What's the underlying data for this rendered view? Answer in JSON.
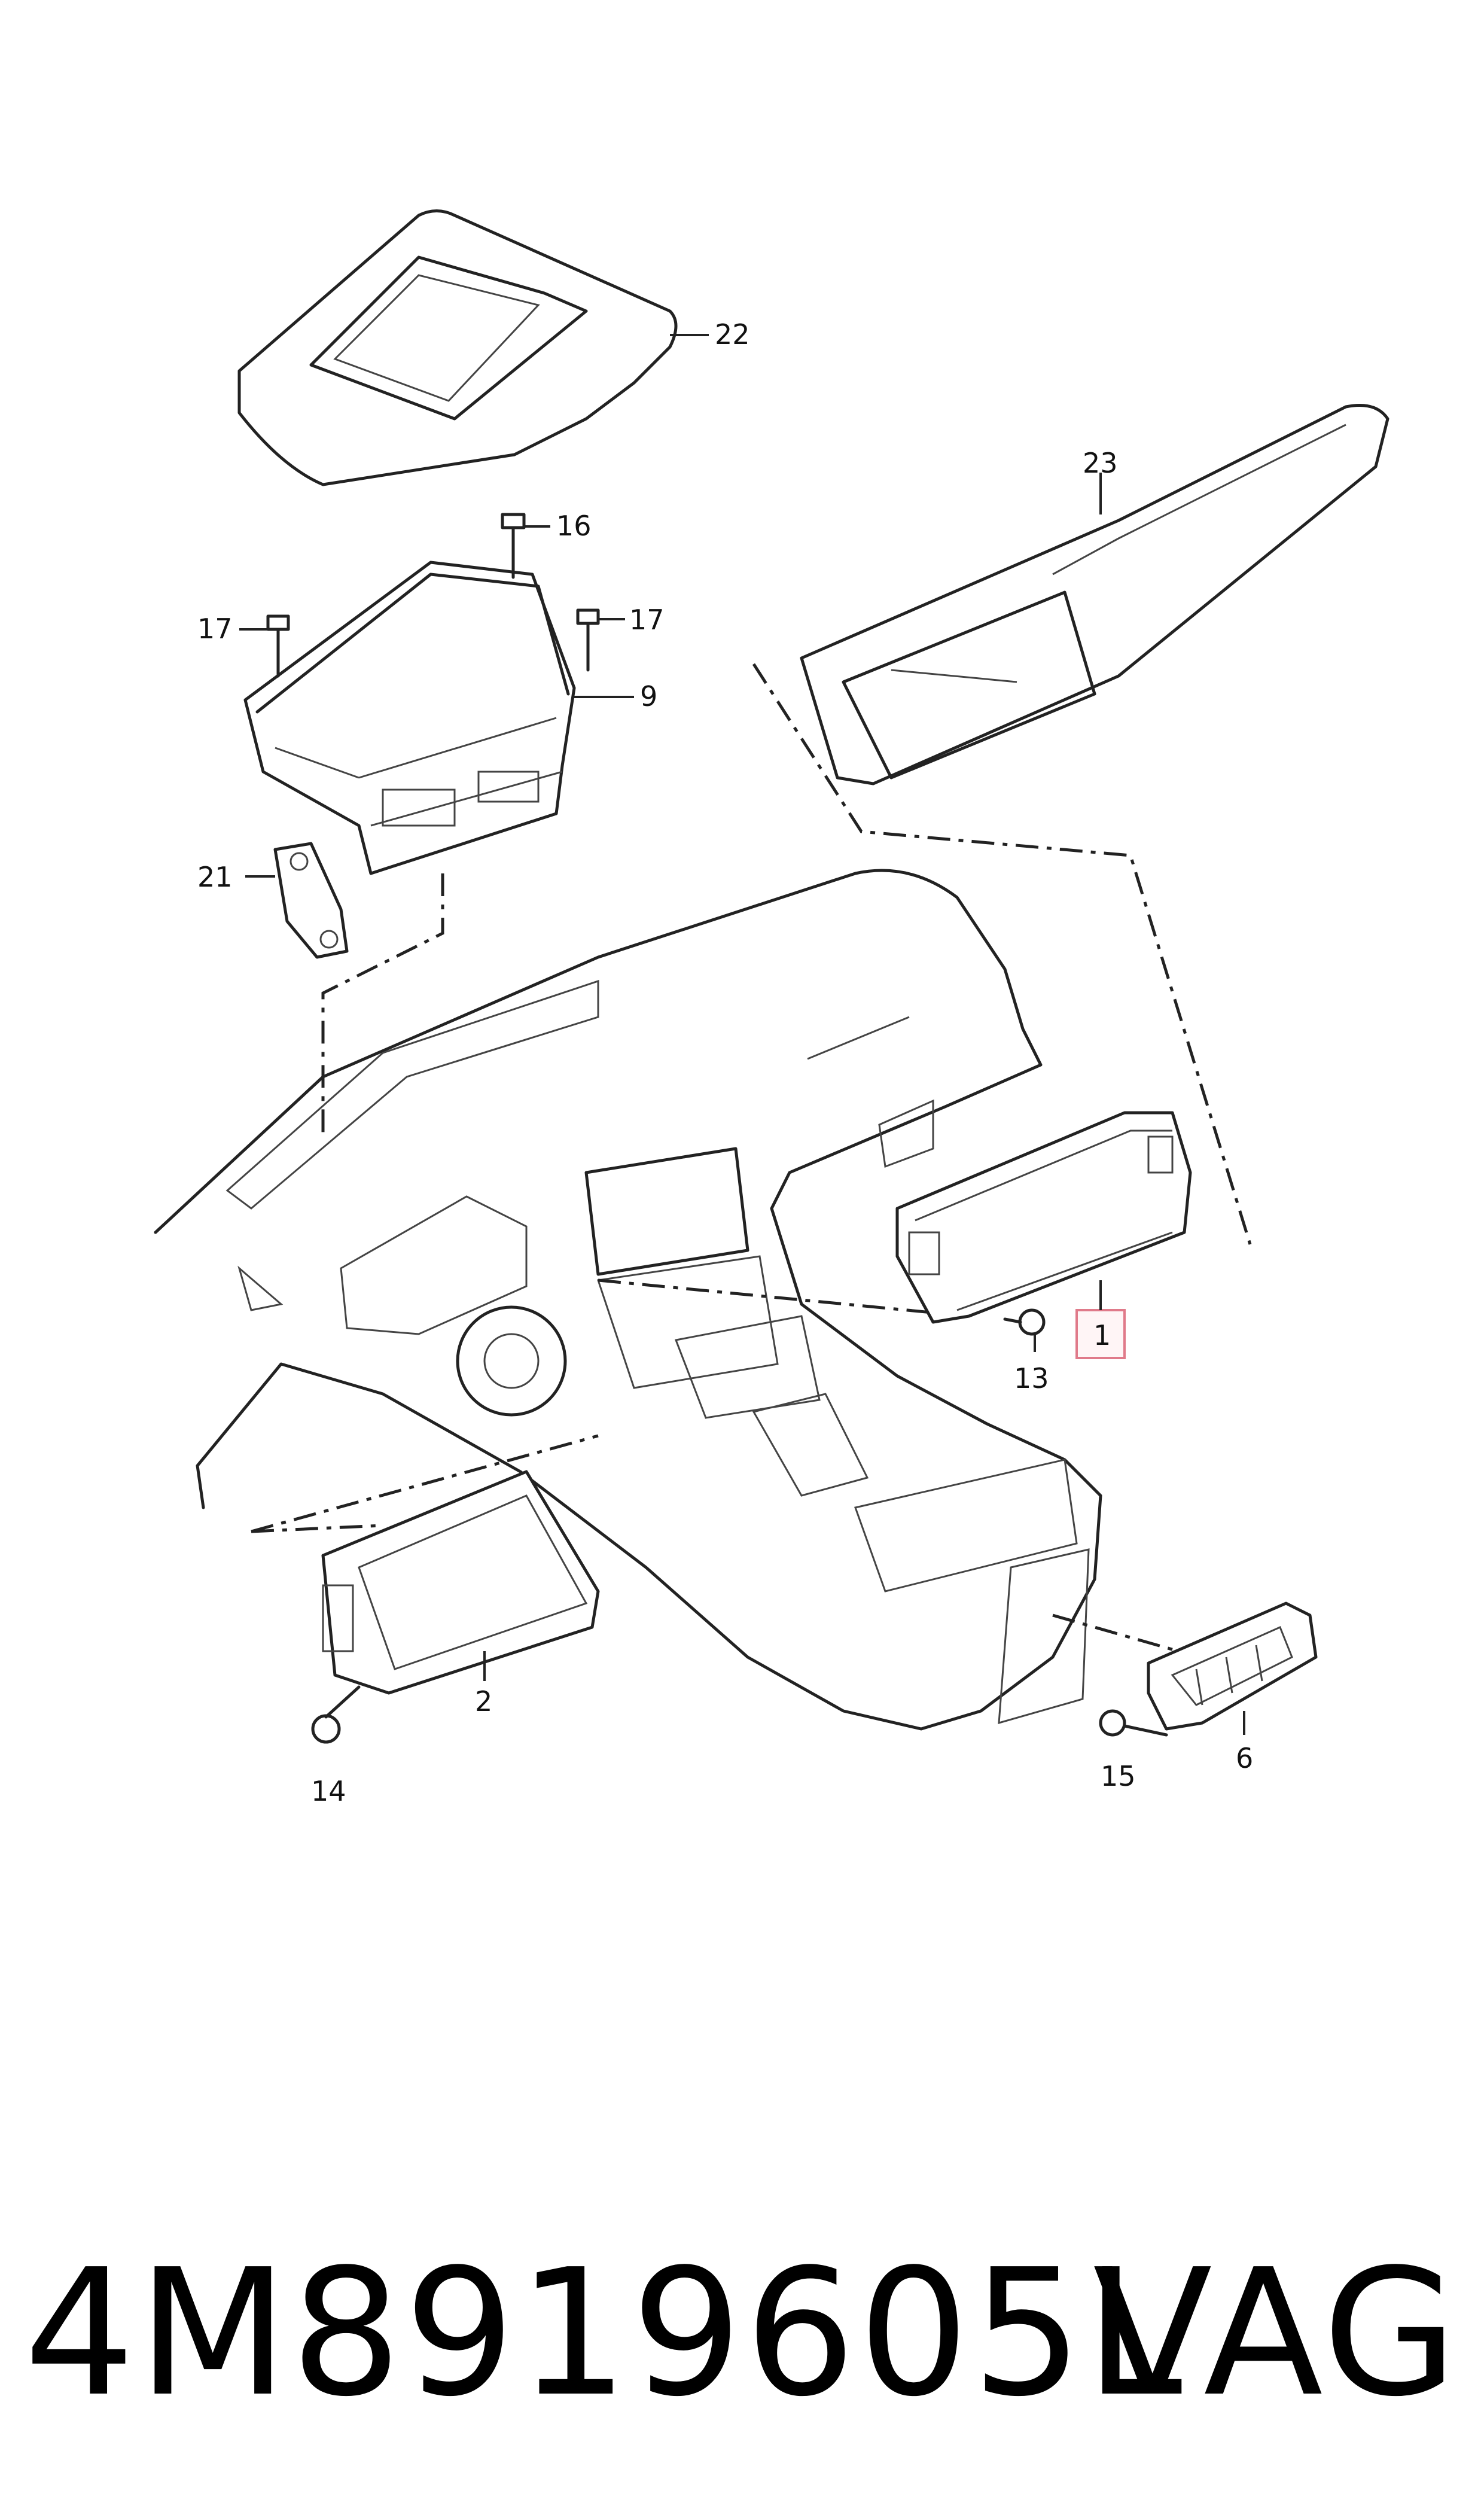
{
  "callouts": {
    "c1": "1",
    "c2": "2",
    "c6": "6",
    "c9": "9",
    "c13": "13",
    "c14": "14",
    "c15": "15",
    "c16": "16",
    "c17a": "17",
    "c17b": "17",
    "c21": "21",
    "c22": "22",
    "c23": "23"
  },
  "highlight_color": "#e07a8a",
  "footer": {
    "part_number": "4M8919605L",
    "brand": "VAG"
  }
}
